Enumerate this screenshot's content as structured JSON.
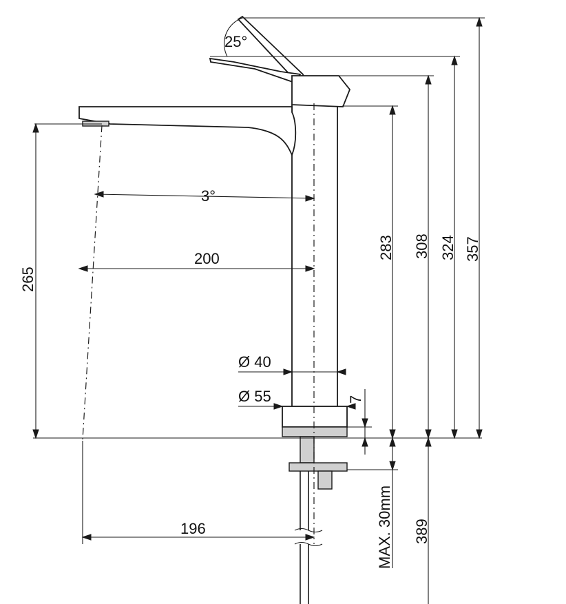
{
  "dimensions": {
    "handle_angle": "25°",
    "spout_tilt_angle": "3°",
    "spout_reach": "200",
    "spout_outlet_height": "265",
    "body_diameter": "Ø 40",
    "base_diameter": "Ø 55",
    "base_height": "7",
    "spout_top_height": "283",
    "handle_pivot_height": "308",
    "handle_closed_height": "324",
    "total_height": "357",
    "max_deck_thickness": "MAX. 30mm",
    "hose_length": "389",
    "outlet_offset": "196"
  },
  "colors": {
    "line": "#1a1a1a",
    "background": "#ffffff"
  }
}
